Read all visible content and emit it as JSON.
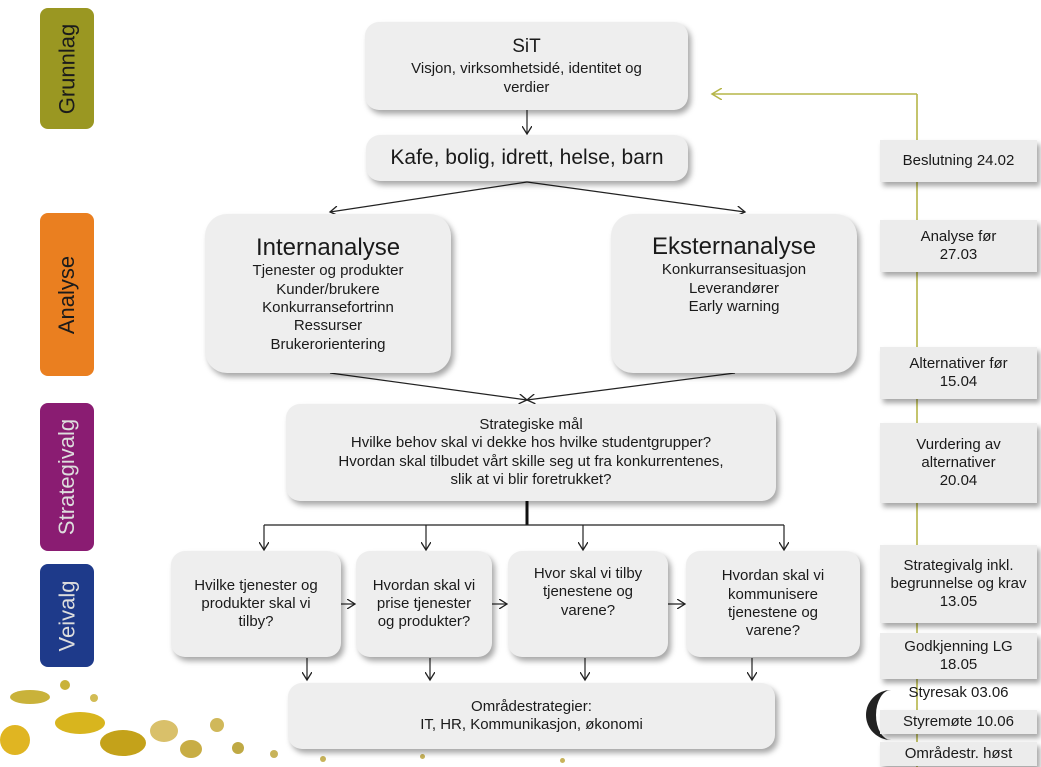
{
  "colors": {
    "grunnlag": "#9a9722",
    "analyse": "#ea7f20",
    "strategivalg": "#8a1c72",
    "veivalg": "#1e3a8a",
    "timeline_line": "#b5b548",
    "box_fill": "#eeeeee"
  },
  "side_labels": {
    "grunnlag": "Grunnlag",
    "analyse": "Analyse",
    "strategivalg": "Strategivalg",
    "veivalg": "Veivalg"
  },
  "sit": {
    "title": "SiT",
    "subtitle": "Visjon, virksomhetsidé, identitet og verdier"
  },
  "units": "Kafe, bolig, idrett, helse, barn",
  "intern": {
    "title": "Internanalyse",
    "lines": [
      "Tjenester og produkter",
      "Kunder/brukere",
      "Konkurransefortrinn",
      "Ressurser",
      "Brukerorientering"
    ]
  },
  "ekstern": {
    "title": "Eksternanalyse",
    "lines": [
      "Konkurransesituasjon",
      "Leverandører",
      "Early warning"
    ]
  },
  "strategy": {
    "lines": [
      "Strategiske mål",
      "Hvilke behov skal vi dekke hos hvilke studentgrupper?",
      "Hvordan skal tilbudet vårt skille seg ut fra konkurrentenes,",
      "slik at vi blir foretrukket?"
    ]
  },
  "questions": [
    "Hvilke tjenester og produkter skal vi tilby?",
    "Hvordan skal vi prise tjenester og produkter?",
    "Hvor skal vi tilby tjenestene og varene?",
    "Hvordan skal vi kommunisere tjenestene og varene?"
  ],
  "area": {
    "title": "Områdestrategier:",
    "line": "IT, HR, Kommunikasjon, økonomi"
  },
  "timeline": [
    "Beslutning 24.02",
    "Analyse før 27.03",
    "Alternativer før 15.04",
    "Vurdering av alternativer 20.04",
    "Strategivalg inkl. begrunnelse og krav 13.05",
    "Godkjenning LG 18.05",
    "Styresak 03.06",
    "Styremøte 10.06",
    "Områdestr. høst"
  ]
}
